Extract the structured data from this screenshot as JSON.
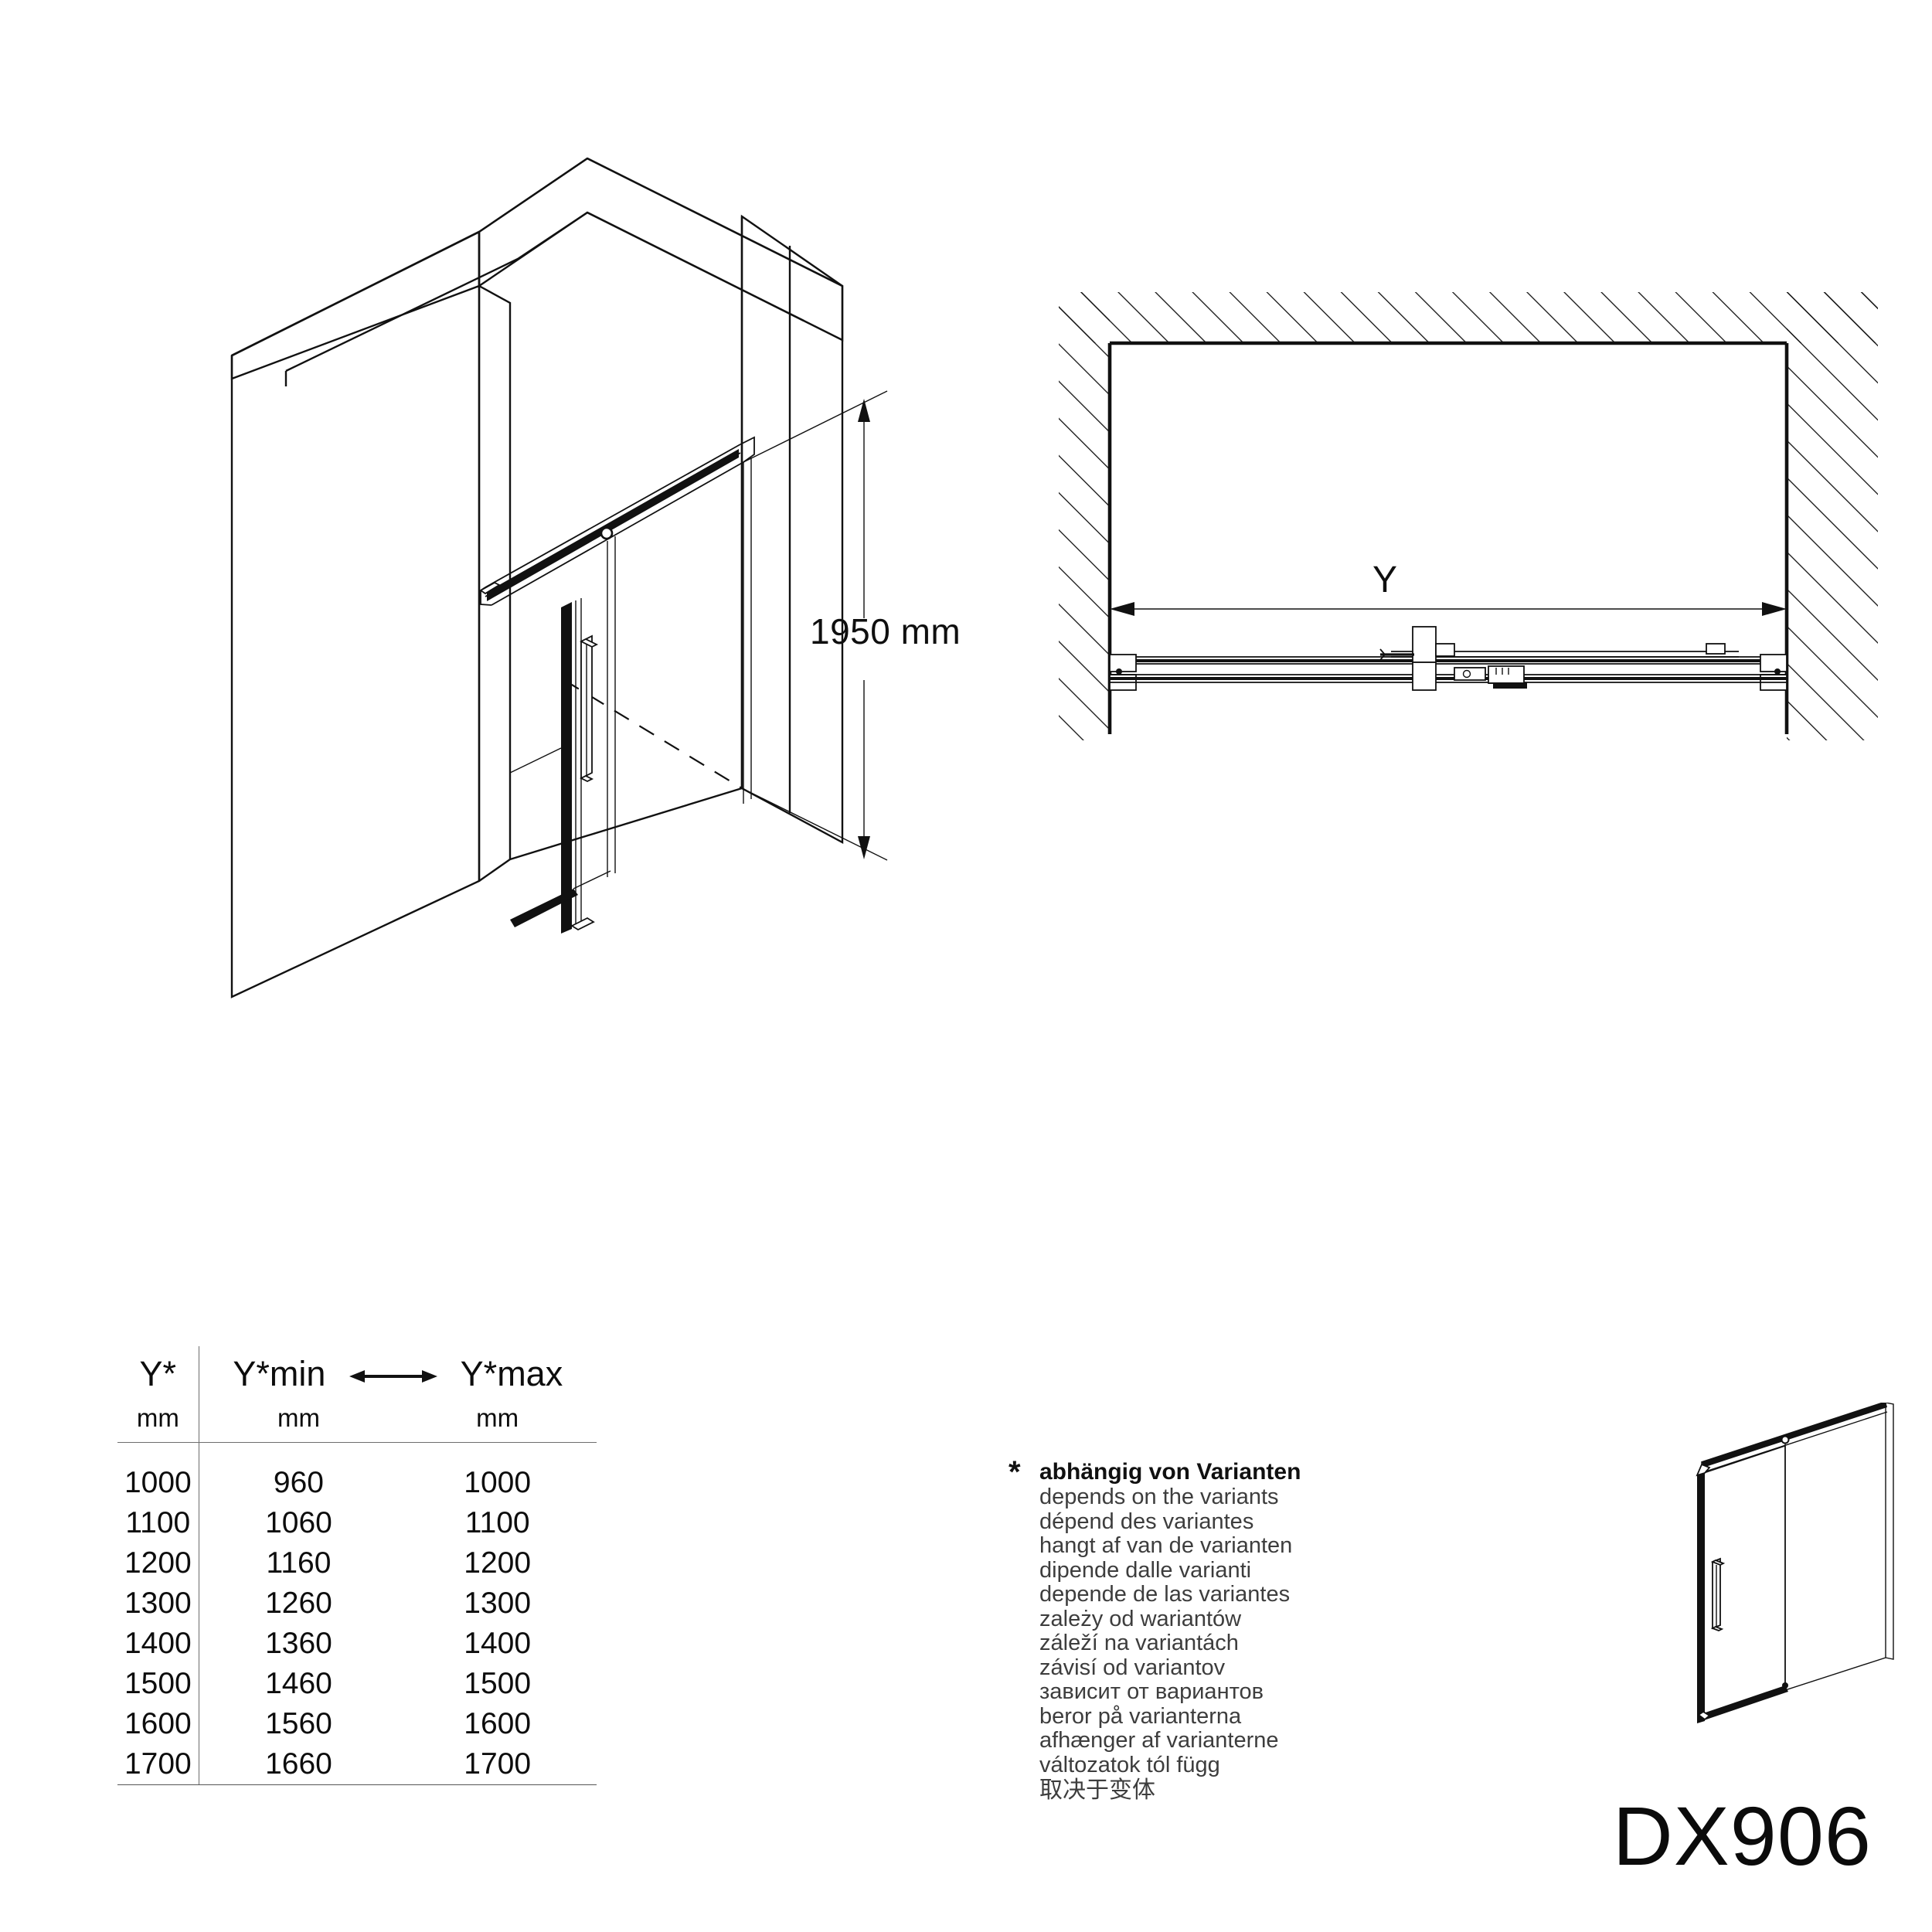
{
  "drawing": {
    "model_number": "DX906",
    "iso_view": {
      "height_dimension": "1950 mm"
    },
    "plan_view": {
      "width_label": "Y"
    }
  },
  "spec_table": {
    "headers": {
      "col1_title": "Y*",
      "col2_title": "Y*min",
      "col3_title": "Y*max",
      "col1_unit": "mm",
      "col2_unit": "mm",
      "col3_unit": "mm",
      "range_arrow": "range-arrow-icon"
    },
    "rows": [
      {
        "y": "1000",
        "ymin": "960",
        "ymax": "1000"
      },
      {
        "y": "1100",
        "ymin": "1060",
        "ymax": "1100"
      },
      {
        "y": "1200",
        "ymin": "1160",
        "ymax": "1200"
      },
      {
        "y": "1300",
        "ymin": "1260",
        "ymax": "1300"
      },
      {
        "y": "1400",
        "ymin": "1360",
        "ymax": "1400"
      },
      {
        "y": "1500",
        "ymin": "1460",
        "ymax": "1500"
      },
      {
        "y": "1600",
        "ymin": "1560",
        "ymax": "1600"
      },
      {
        "y": "1700",
        "ymin": "1660",
        "ymax": "1700"
      }
    ]
  },
  "footnote": {
    "marker": "*",
    "lines": [
      "abhängig von Varianten",
      "depends on the variants",
      "dépend des variantes",
      "hangt af van de varianten",
      "dipende dalle varianti",
      "depende de las variantes",
      "zależy od wariantów",
      "záleží na variantách",
      "závisí od variantov",
      "зависит от вариантов",
      "beror på varianterna",
      "afhænger af varianterne",
      "változatok tól függ",
      "取决于变体"
    ]
  }
}
